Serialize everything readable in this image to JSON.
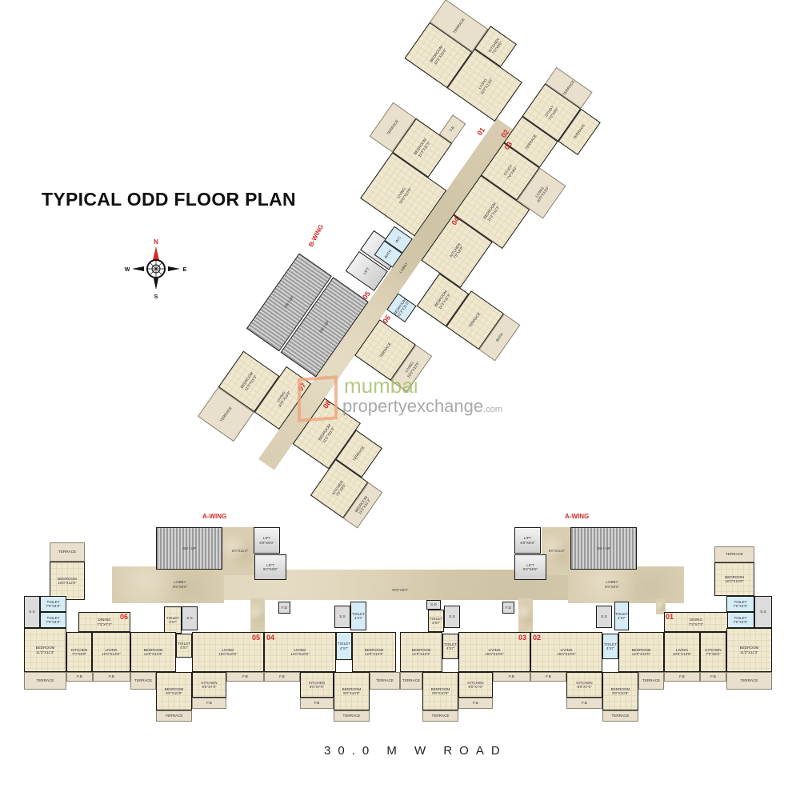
{
  "title": "TYPICAL ODD FLOOR PLAN",
  "road": "30.0 M W ROAD",
  "compass": {
    "n": "N",
    "s": "S",
    "e": "E",
    "w": "W",
    "north_color": "#d42a2a"
  },
  "watermark": {
    "brand": "mumbai",
    "sub": "propertyexchange",
    "tld": ".com"
  },
  "colors": {
    "unit_number": "#d42a2a",
    "room_fill": "#efe8cf",
    "lobby_fill": "#d9ceb2",
    "toilet_fill": "#d6ecf6",
    "wall": "#1b1b1b"
  },
  "a_wing": {
    "labels": [
      "A-WING",
      "A-WING"
    ],
    "unit_numbers": [
      "06",
      "05",
      "04",
      "03",
      "02",
      "01"
    ],
    "lobby_texts": [
      "LOBBY\n9'9\"X8'0\"",
      "6'0\"X11'3\"",
      "78'0\"X6'0\"",
      "LOBBY\n9'9\"X8'0\"",
      "6'0\"X11'3\""
    ],
    "rooms": [
      {
        "name": "TERRACE",
        "dims": ""
      },
      {
        "name": "BEDROOM",
        "dims": "10'0\"X12'0\""
      },
      {
        "name": "TOILET",
        "dims": "7'0\"X4'0\""
      },
      {
        "name": "TOILET",
        "dims": "7'0\"X4'0\""
      },
      {
        "name": "S.S",
        "dims": ""
      },
      {
        "name": "BEDROOM",
        "dims": "11'3\"X11'3\""
      },
      {
        "name": "KITCHEN",
        "dims": "7'0\"X8'0\""
      },
      {
        "name": "DINING",
        "dims": "7'3\"X7'3\""
      },
      {
        "name": "LIVING",
        "dims": "10'0\"X13'9\""
      },
      {
        "name": "TERRACE",
        "dims": ""
      },
      {
        "name": "F.B",
        "dims": ""
      },
      {
        "name": "F.B",
        "dims": ""
      },
      {
        "name": "TOILET",
        "dims": "4'X7'"
      },
      {
        "name": "S.S",
        "dims": ""
      },
      {
        "name": "BEDROOM",
        "dims": "12'0\"X10'3\""
      },
      {
        "name": "TOILET",
        "dims": "4'X7'"
      },
      {
        "name": "LIVING",
        "dims": "16'0\"X10'0\""
      },
      {
        "name": "TERRACE",
        "dims": ""
      },
      {
        "name": "BEDROOM",
        "dims": "9'0\"X10'0\""
      },
      {
        "name": "KITCHEN",
        "dims": "9'0\"X7'0\""
      },
      {
        "name": "F.B",
        "dims": ""
      },
      {
        "name": "TERRACE",
        "dims": ""
      },
      {
        "name": "F.B",
        "dims": ""
      },
      {
        "name": "F.D",
        "dims": ""
      },
      {
        "name": "S.S",
        "dims": ""
      },
      {
        "name": "TOILET",
        "dims": "4'X7'"
      },
      {
        "name": "LIVING",
        "dims": "14'0\"X10'0\""
      },
      {
        "name": "TOILET",
        "dims": "4'X7'"
      },
      {
        "name": "BEDROOM",
        "dims": "12'0\"X10'3\""
      },
      {
        "name": "F.B",
        "dims": ""
      },
      {
        "name": "KITCHEN",
        "dims": "9'0\"X7'0\""
      },
      {
        "name": "F.B",
        "dims": ""
      },
      {
        "name": "BEDROOM",
        "dims": "9'0\"X10'0\""
      },
      {
        "name": "TERRACE",
        "dims": ""
      },
      {
        "name": "TERRACE",
        "dims": ""
      },
      {
        "name": "S.D",
        "dims": ""
      },
      {
        "name": "TOILET",
        "dims": "4'X7'"
      },
      {
        "name": "S.S",
        "dims": ""
      },
      {
        "name": "BEDROOM",
        "dims": "12'0\"X10'3\""
      },
      {
        "name": "TOILET",
        "dims": "4'X7'"
      },
      {
        "name": "LIVING",
        "dims": "15'0\"X10'0\""
      },
      {
        "name": "TERRACE",
        "dims": ""
      },
      {
        "name": "BEDROOM",
        "dims": "9'0\"X10'0\""
      },
      {
        "name": "KITCHEN",
        "dims": "9'0\"X7'0\""
      },
      {
        "name": "F.B",
        "dims": ""
      },
      {
        "name": "TERRACE",
        "dims": ""
      },
      {
        "name": "F.B",
        "dims": ""
      },
      {
        "name": "F.D",
        "dims": ""
      },
      {
        "name": "S.S",
        "dims": ""
      },
      {
        "name": "TOILET",
        "dims": "4'X7'"
      },
      {
        "name": "LIVING",
        "dims": "15'0\"X10'0\""
      },
      {
        "name": "TOILET",
        "dims": "4'X7'"
      },
      {
        "name": "BEDROOM",
        "dims": "12'0\"X10'0\""
      },
      {
        "name": "F.B",
        "dims": ""
      },
      {
        "name": "KITCHEN",
        "dims": "9'0\"X7'0\""
      },
      {
        "name": "F.B",
        "dims": ""
      },
      {
        "name": "BEDROOM",
        "dims": "9'0\"X10'6\""
      },
      {
        "name": "TERRACE",
        "dims": ""
      },
      {
        "name": "TERRACE",
        "dims": ""
      },
      {
        "name": "TERRACE",
        "dims": ""
      },
      {
        "name": "BEDROOM",
        "dims": "10'3\"X10'0\""
      },
      {
        "name": "TOILET",
        "dims": "7'0\"X4'0\""
      },
      {
        "name": "TOILET",
        "dims": "7'0\"X4'0\""
      },
      {
        "name": "S.S",
        "dims": ""
      },
      {
        "name": "DINING",
        "dims": "7'3\"X7'3\""
      },
      {
        "name": "LIVING",
        "dims": "10'0\"X13'9\""
      },
      {
        "name": "KITCHEN",
        "dims": "7'0\"X8'0\""
      },
      {
        "name": "BEDROOM",
        "dims": "11'3\"X11'3\""
      },
      {
        "name": "F.B",
        "dims": ""
      },
      {
        "name": "F.B",
        "dims": ""
      },
      {
        "name": "TERRACE",
        "dims": ""
      }
    ],
    "cores": [
      {
        "name": "DN / UP",
        "dims": ""
      },
      {
        "name": "LIFT",
        "dims": "6'0\"X6'0\""
      },
      {
        "name": "LIFT",
        "dims": "6'0\"X6'6\""
      },
      {
        "name": "DN / UP",
        "dims": ""
      },
      {
        "name": "LIFT",
        "dims": "6'0\"X6'0\""
      },
      {
        "name": "LIFT",
        "dims": "6'0\"X6'6\""
      }
    ]
  },
  "b_wing": {
    "label": "B-WING",
    "unit_numbers": [
      "01",
      "02",
      "03",
      "04",
      "05",
      "06",
      "07",
      "08"
    ],
    "lobby_text": "LOBBY",
    "rooms": [
      {
        "name": "DN / UP",
        "dims": ""
      },
      {
        "name": "DN / UP",
        "dims": ""
      },
      {
        "name": "LIFT",
        "dims": ""
      },
      {
        "name": "LIFT",
        "dims": ""
      },
      {
        "name": "LIVING",
        "dims": "10'0\"X13'9\""
      },
      {
        "name": "BEDROOM",
        "dims": "11'3\"X11'3\""
      },
      {
        "name": "TERRACE",
        "dims": ""
      },
      {
        "name": "BATH",
        "dims": ""
      },
      {
        "name": "W.C",
        "dims": ""
      },
      {
        "name": "F.B",
        "dims": ""
      },
      {
        "name": "LIVING",
        "dims": "10'0\"X13'9\""
      },
      {
        "name": "BEDROOM",
        "dims": "10'3\"X10'0\""
      },
      {
        "name": "TERRACE",
        "dims": ""
      },
      {
        "name": "KITCHEN",
        "dims": "7'0\"X8'0\""
      },
      {
        "name": "BEDROOM",
        "dims": "11'3\"X11'3\""
      },
      {
        "name": "TERRACE",
        "dims": ""
      },
      {
        "name": "LIVING",
        "dims": "10'0\"X13'9\""
      },
      {
        "name": "BEDROOM",
        "dims": "11'3\"X11'3\""
      },
      {
        "name": "STUDY",
        "dims": "7'0\"X8'0\""
      },
      {
        "name": "TERRACE",
        "dims": ""
      },
      {
        "name": "LIVING",
        "dims": "10'0\"X13'9\""
      },
      {
        "name": "KITCHEN",
        "dims": "7'0\"X8'0\""
      },
      {
        "name": "BEDROOM",
        "dims": "11'3\"X11'3\""
      },
      {
        "name": "TERRACE",
        "dims": ""
      },
      {
        "name": "BATH",
        "dims": ""
      },
      {
        "name": "BEDROOM",
        "dims": "11'3\"X11'3\""
      },
      {
        "name": "TERRACE",
        "dims": ""
      },
      {
        "name": "LIVING",
        "dims": "10'0\"X13'9\""
      },
      {
        "name": "LIVING",
        "dims": "10'0\"X13'9\""
      },
      {
        "name": "BEDROOM",
        "dims": "11'3\"X11'3\""
      },
      {
        "name": "KITCHEN",
        "dims": "7'0\"X8'0\""
      },
      {
        "name": "TERRACE",
        "dims": ""
      },
      {
        "name": "BEDROOM",
        "dims": "11'3\"X11'3\""
      },
      {
        "name": "STUDY",
        "dims": "7'0\"X8'0\""
      },
      {
        "name": "TERRACE",
        "dims": ""
      },
      {
        "name": "TERRACE",
        "dims": ""
      }
    ]
  }
}
